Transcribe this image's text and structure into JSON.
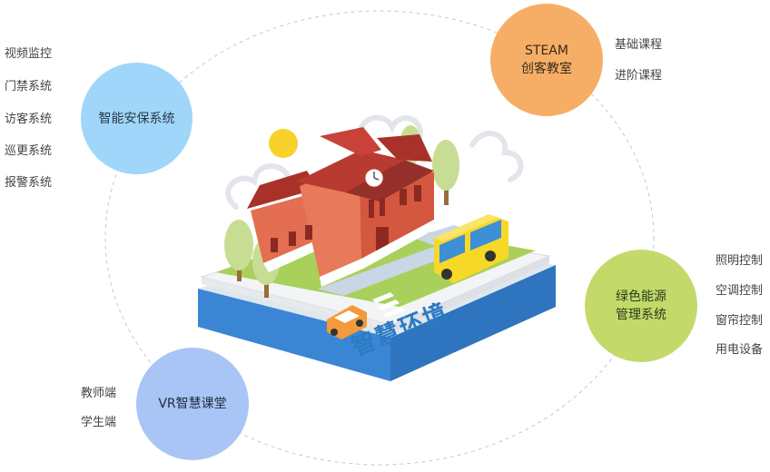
{
  "center_label": "智慧环境",
  "colors": {
    "security": "#9fd6f9",
    "steam": "#f6ae66",
    "energy": "#c3da6a",
    "vr": "#a9c5f5",
    "ring": "#a8d2ee"
  },
  "nodes": {
    "security": {
      "title": "智能安保系统",
      "items": [
        "视频监控",
        "门禁系统",
        "访客系统",
        "巡更系统",
        "报警系统"
      ]
    },
    "steam": {
      "title_line1": "STEAM",
      "title_line2": "创客教室",
      "items": [
        "基础课程",
        "进阶课程"
      ]
    },
    "energy": {
      "title_line1": "绿色能源",
      "title_line2": "管理系统",
      "items": [
        "照明控制",
        "空调控制",
        "窗帘控制",
        "用电设备"
      ]
    },
    "vr": {
      "title": "VR智慧课堂",
      "items": [
        "教师端",
        "学生端"
      ]
    }
  }
}
